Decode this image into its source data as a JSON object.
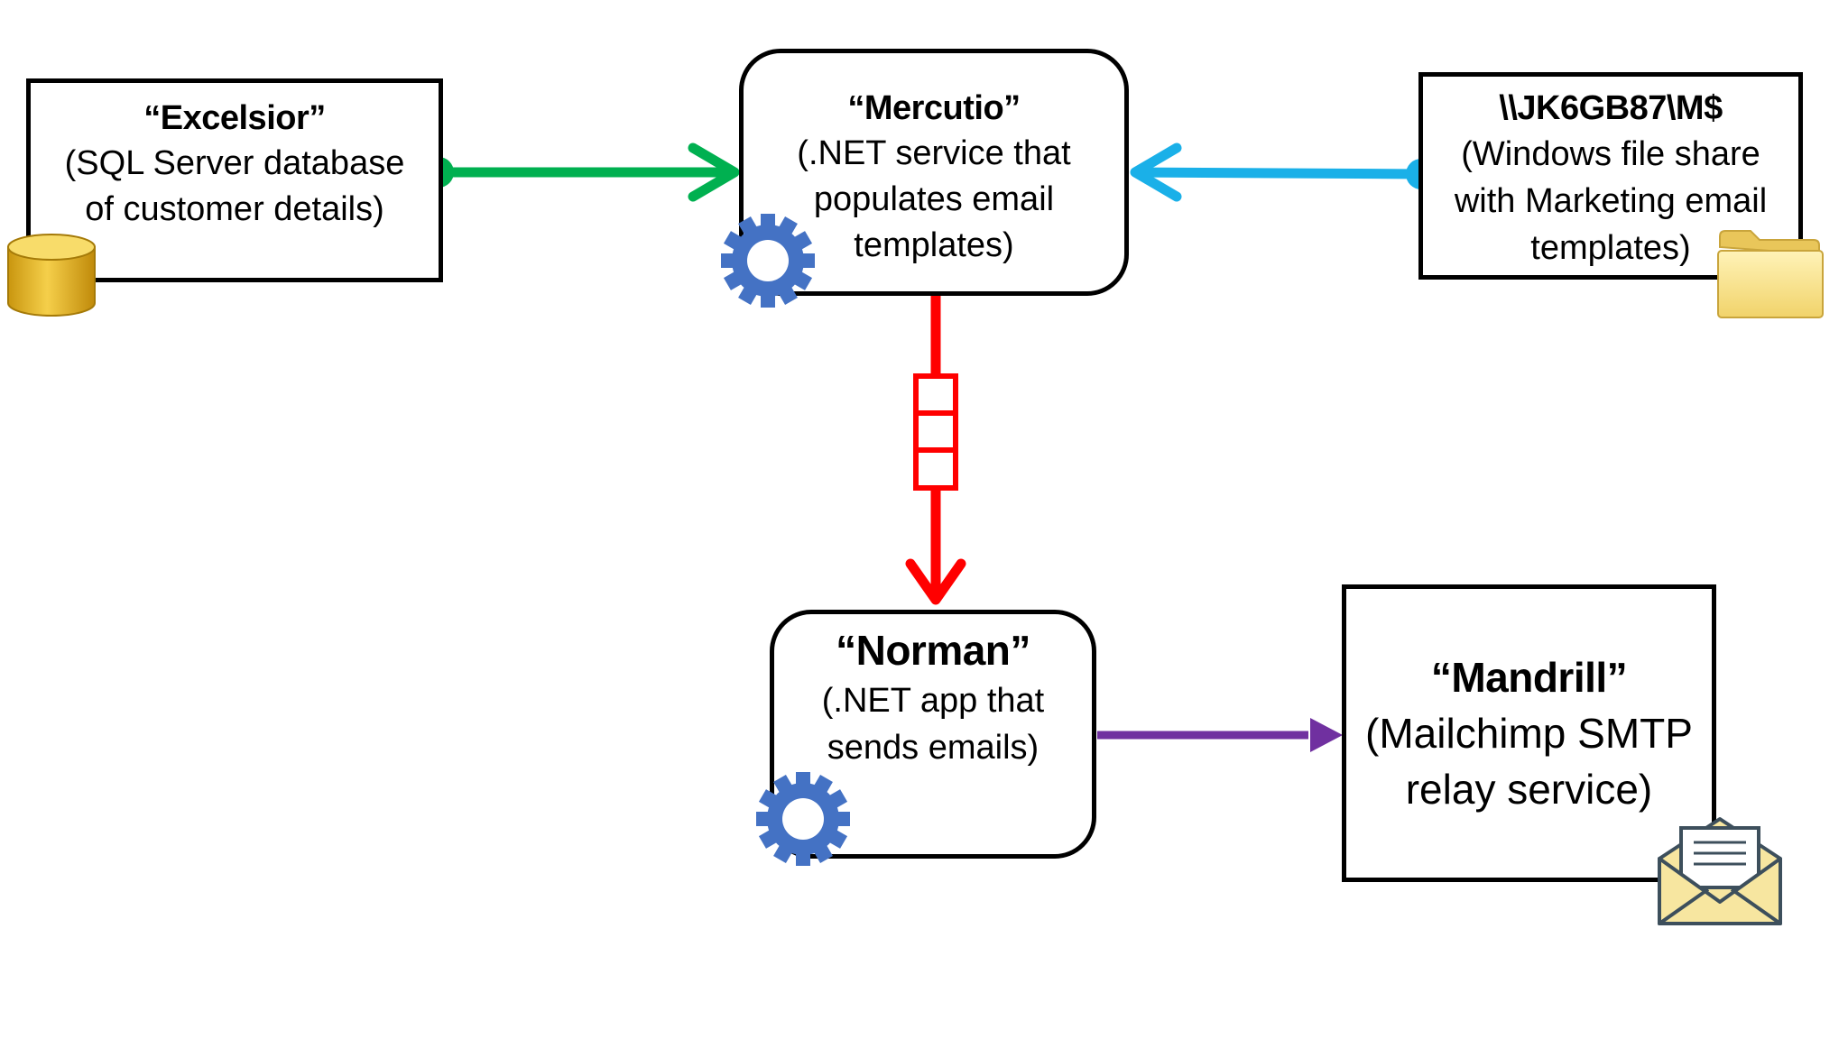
{
  "nodes": {
    "excelsior": {
      "title": "“Excelsior”",
      "description": "(SQL Server database\nof customer details)",
      "icon": "database-icon"
    },
    "mercutio": {
      "title": "“Mercutio”",
      "description": "(.NET service that\npopulates email\ntemplates)",
      "icon": "gear-icon"
    },
    "file_share": {
      "title": "\\\\JK6GB87\\M$",
      "description": "(Windows file share\nwith Marketing email\ntemplates)",
      "icon": "folder-icon"
    },
    "norman": {
      "title": "“Norman”",
      "description": "(.NET app that\nsends emails)",
      "icon": "gear-icon"
    },
    "mandrill": {
      "title": "“Mandrill”",
      "description": "(Mailchimp SMTP\nrelay service)",
      "icon": "envelope-icon"
    }
  },
  "edges": [
    {
      "from": "Excelsior",
      "to": "Mercutio",
      "color": "#00b050"
    },
    {
      "from": "JK6GB87 file share",
      "to": "Mercutio",
      "color": "#1ab0e8"
    },
    {
      "from": "Mercutio",
      "to": "Norman",
      "color": "#ff0000",
      "marker": "queue-icon"
    },
    {
      "from": "Norman",
      "to": "Mandrill",
      "color": "#7030a0"
    }
  ],
  "colors": {
    "border": "#000000",
    "gear": "#4472c4",
    "database": "#e8b923",
    "folder": "#f5dc7a",
    "envelope": "#f7e6a0"
  }
}
